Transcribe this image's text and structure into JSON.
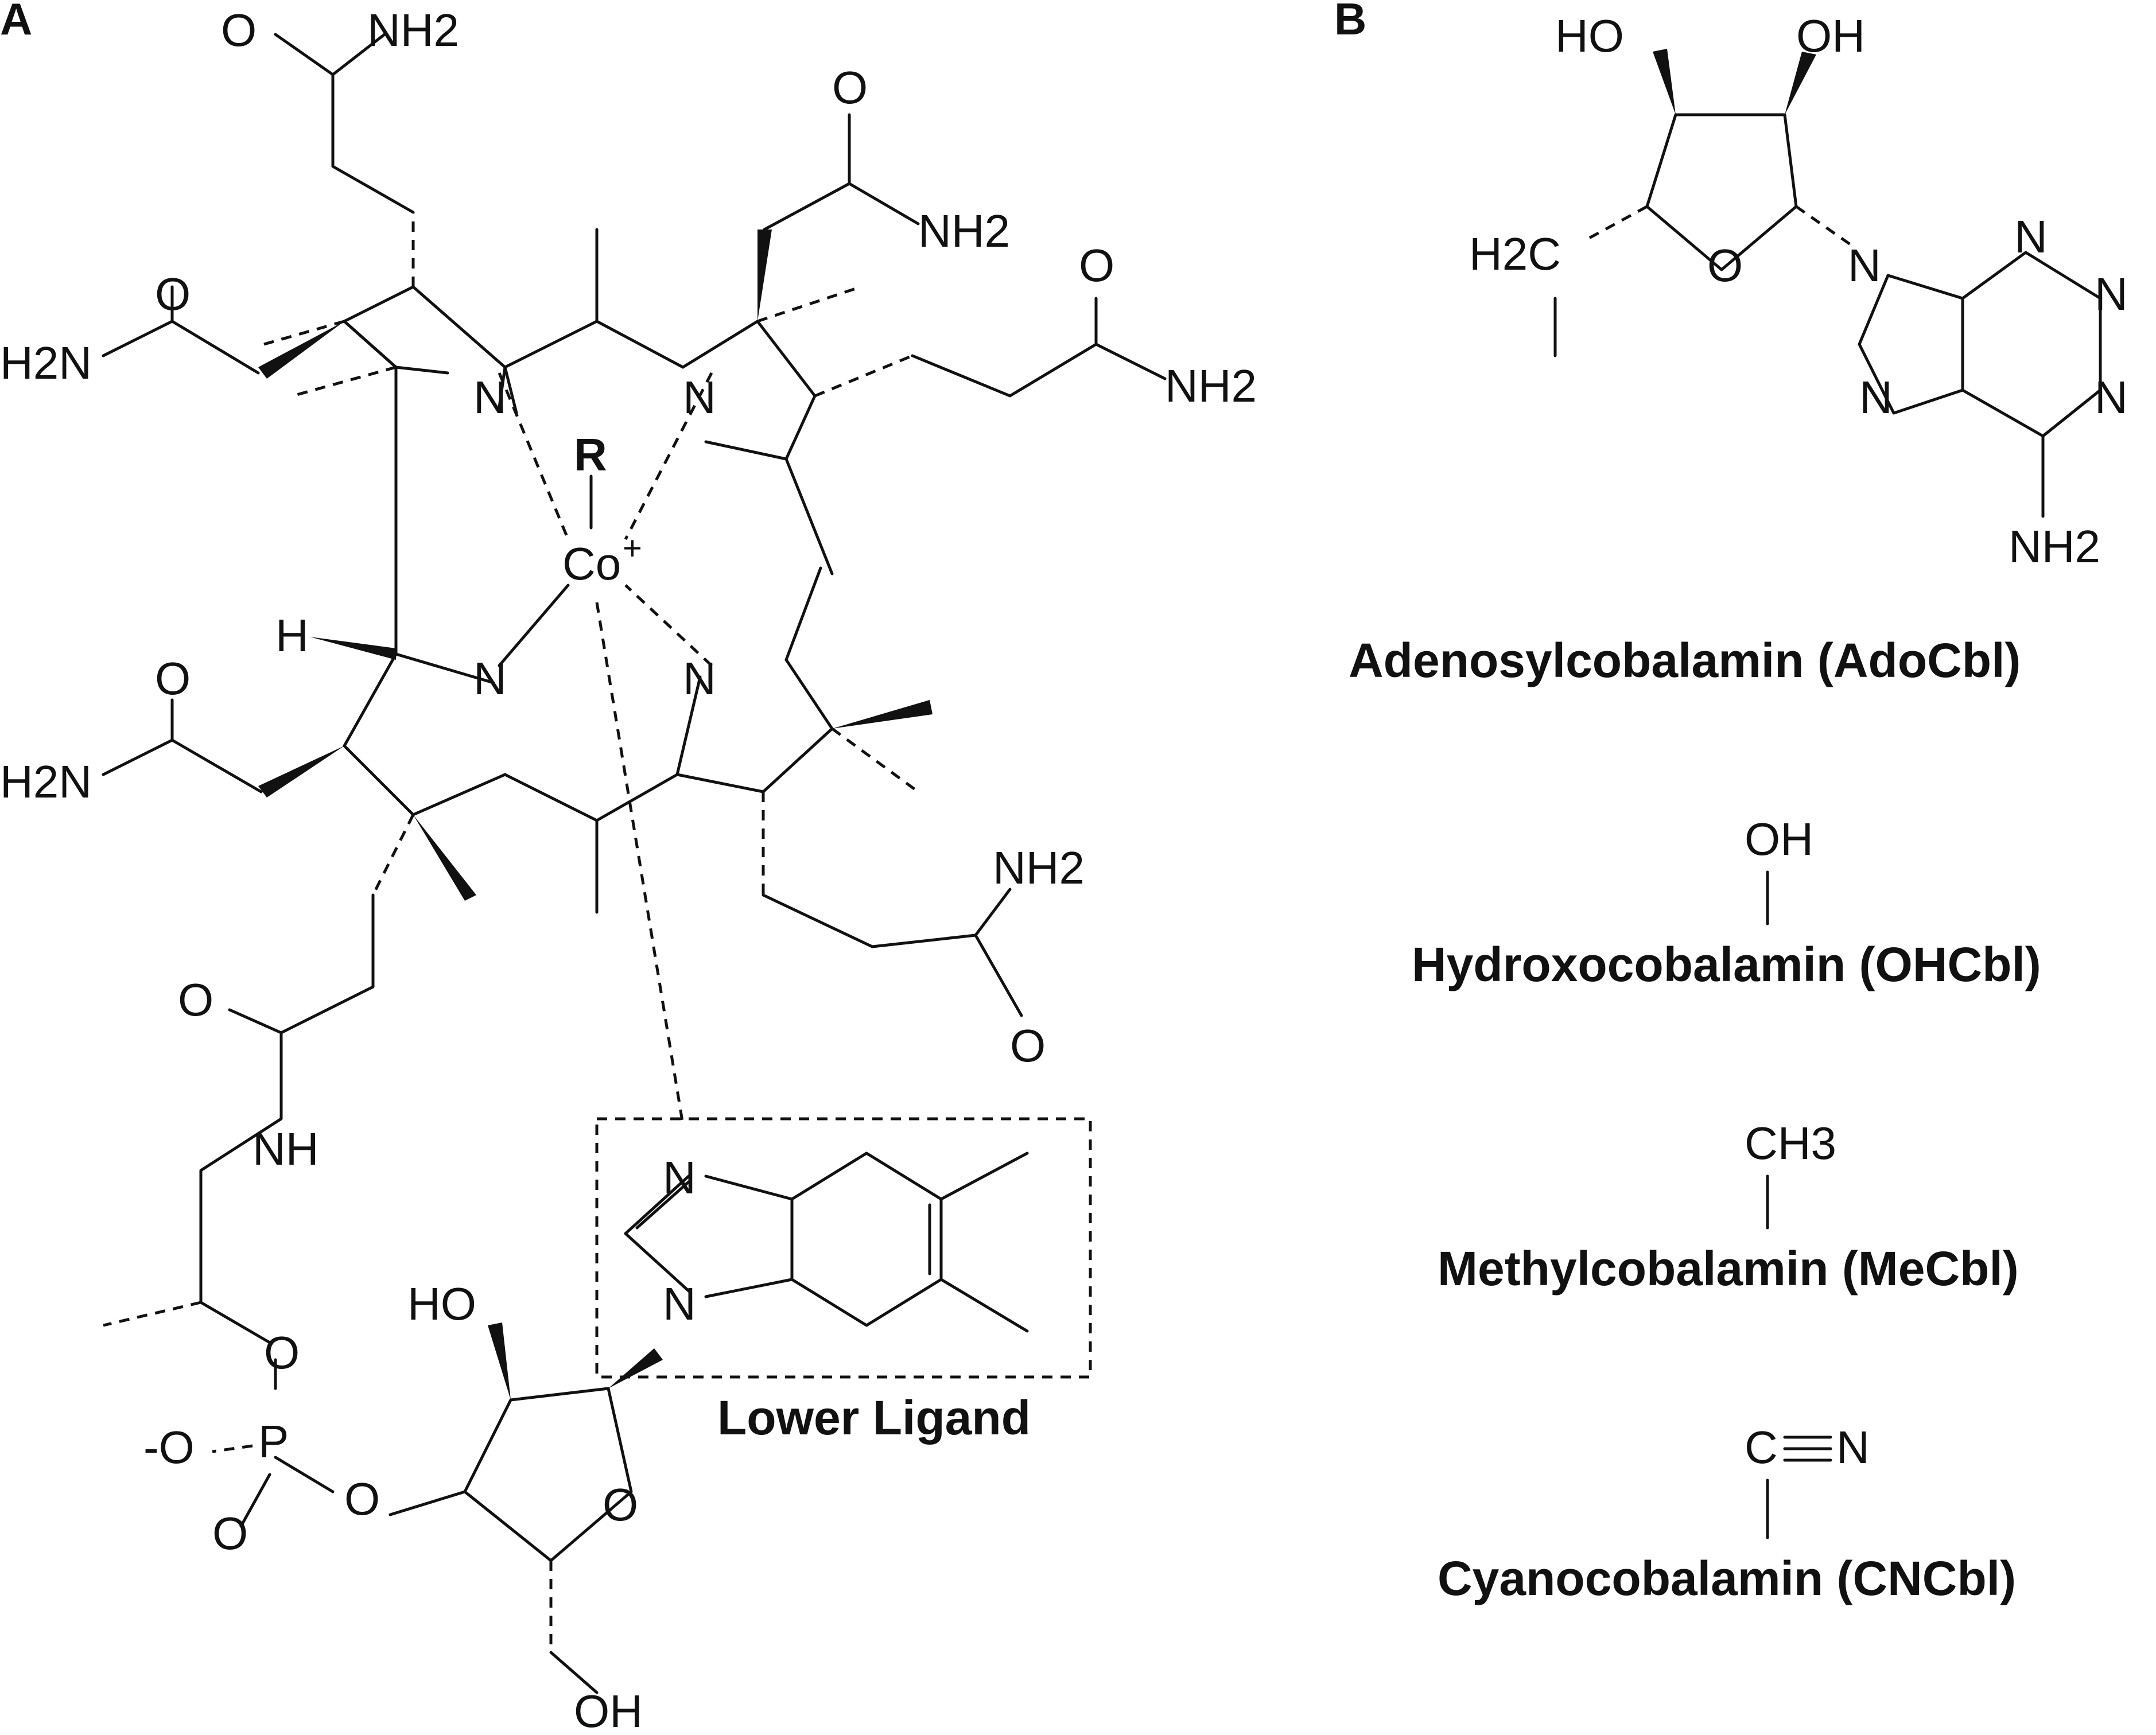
{
  "panels": {
    "a": "A",
    "b": "B"
  },
  "panel_a": {
    "center_metal": "Co",
    "charge": "+",
    "upper_ligand": "R",
    "amide": "NH2",
    "amide_rev": "H2N",
    "oxygen": "O",
    "nitrogen": "N",
    "hydrogen": "H",
    "amine": "NH",
    "hydroxyl": "OH",
    "hydroxyl_rev": "HO",
    "phosphorus": "P",
    "oxide": "-O",
    "lower_ligand_label": "Lower Ligand"
  },
  "panel_b": {
    "adocbl": {
      "name": "Adenosylcobalamin (AdoCbl)",
      "ho": "HO",
      "oh": "OH",
      "ch2": "H2C",
      "o": "O",
      "n": "N",
      "nh2": "NH2"
    },
    "ohcbl": {
      "name": "Hydroxocobalamin (OHCbl)",
      "group": "OH"
    },
    "mecbl": {
      "name": "Methylcobalamin (MeCbl)",
      "group": "CH3"
    },
    "cncbl": {
      "name": "Cyanocobalamin (CNCbl)",
      "c": "C",
      "n": "N"
    }
  }
}
